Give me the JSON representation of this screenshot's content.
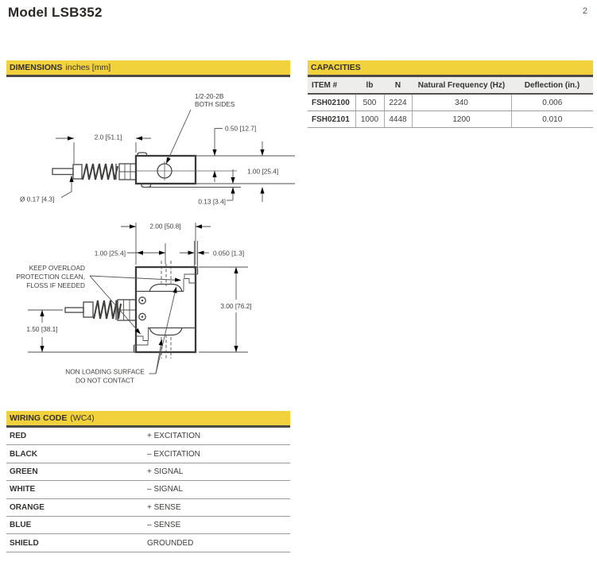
{
  "page": {
    "title": "Model LSB352",
    "page_number": "2"
  },
  "dimensions": {
    "header": {
      "title": "DIMENSIONS",
      "subtitle": "inches [mm]"
    },
    "side_view": {
      "thread_note_1": "1/2-20-2B",
      "thread_note_2": "BOTH SIDES",
      "dim_050": "0.50 [12.7]",
      "dim_20": "2.0 [51.1]",
      "dim_100": "1.00 [25.4]",
      "dim_013": "0.13 [3.4]",
      "dim_dia": "Ø 0.17 [4.3]"
    },
    "front_view": {
      "dim_200": "2.00 [50.8]",
      "dim_100": "1.00 [25.4]",
      "dim_0050": "0.050 [1.3]",
      "dim_300": "3.00 [76.2]",
      "dim_150": "1.50 [38.1]",
      "overload_note_1": "KEEP OVERLOAD",
      "overload_note_2": "PROTECTION CLEAN,",
      "overload_note_3": "FLOSS IF NEEDED",
      "nonloading_note_1": "NON LOADING SURFACE",
      "nonloading_note_2": "DO NOT CONTACT"
    }
  },
  "capacities": {
    "header": "CAPACITIES",
    "columns": [
      "ITEM #",
      "lb",
      "N",
      "Natural Frequency (Hz)",
      "Deflection (in.)"
    ],
    "rows": [
      {
        "item": "FSH02100",
        "lb": "500",
        "n": "2224",
        "freq": "340",
        "deflection": "0.006"
      },
      {
        "item": "FSH02101",
        "lb": "1000",
        "n": "4448",
        "freq": "1200",
        "deflection": "0.010"
      }
    ]
  },
  "wiring": {
    "header": "WIRING CODE",
    "header_suffix": "(WC4)",
    "rows": [
      {
        "color": "RED",
        "function": "+ EXCITATION"
      },
      {
        "color": "BLACK",
        "function": "– EXCITATION"
      },
      {
        "color": "GREEN",
        "function": "+ SIGNAL"
      },
      {
        "color": "WHITE",
        "function": "– SIGNAL"
      },
      {
        "color": "ORANGE",
        "function": "+ SENSE"
      },
      {
        "color": "BLUE",
        "function": "– SENSE"
      },
      {
        "color": "SHIELD",
        "function": "GROUNDED"
      }
    ]
  },
  "colors": {
    "accent_yellow": "#f1d13c",
    "border_dark": "#4d4945",
    "text_dark": "#3a3a38"
  }
}
